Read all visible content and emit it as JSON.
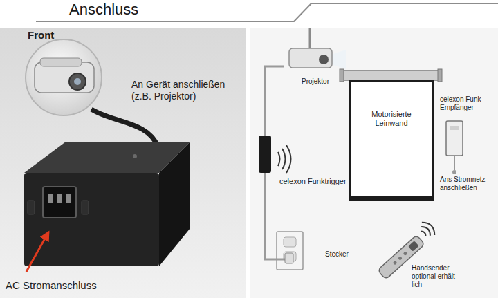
{
  "diagram": {
    "title": "Anschluss",
    "nodes": [
      {
        "text": [
          "Projektor"
        ]
      },
      {
        "text": [
          "celexon Funktrigger"
        ]
      },
      {
        "text": [
          "Stecker"
        ]
      },
      {
        "text": [
          "Motorisierte Leinwand"
        ]
      },
      {
        "text": [
          "celexon Funk-Empfänger",
          "Ans Stromnetz anschließen"
        ]
      },
      {
        "text": [
          "Handsender optional erhält-lich"
        ]
      }
    ],
    "edges": [
      {
        "from": 0,
        "to": 1,
        "arrow": "none"
      },
      {
        "from": 1,
        "to": 2,
        "arrow": "none"
      }
    ],
    "labels": [
      "Front",
      "An Gerät anschließen (z.B. Projektor)",
      "AC Stromanschluss"
    ]
  }
}
